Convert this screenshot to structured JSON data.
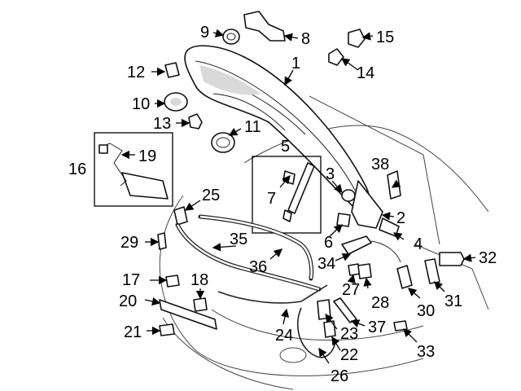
{
  "callouts": {
    "c1": "1",
    "c2": "2",
    "c3": "3",
    "c4": "4",
    "c5": "5",
    "c6": "6",
    "c7": "7",
    "c8": "8",
    "c9": "9",
    "c10": "10",
    "c11": "11",
    "c12": "12",
    "c13": "13",
    "c14": "14",
    "c15": "15",
    "c16": "16",
    "c17": "17",
    "c18": "18",
    "c19": "19",
    "c20": "20",
    "c21": "21",
    "c22": "22",
    "c23": "23",
    "c24": "24",
    "c25": "25",
    "c26": "26",
    "c27": "27",
    "c28": "28",
    "c29": "29",
    "c30": "30",
    "c31": "31",
    "c32": "32",
    "c33": "33",
    "c34": "34",
    "c35": "35",
    "c36": "36",
    "c37": "37",
    "c38": "38"
  }
}
